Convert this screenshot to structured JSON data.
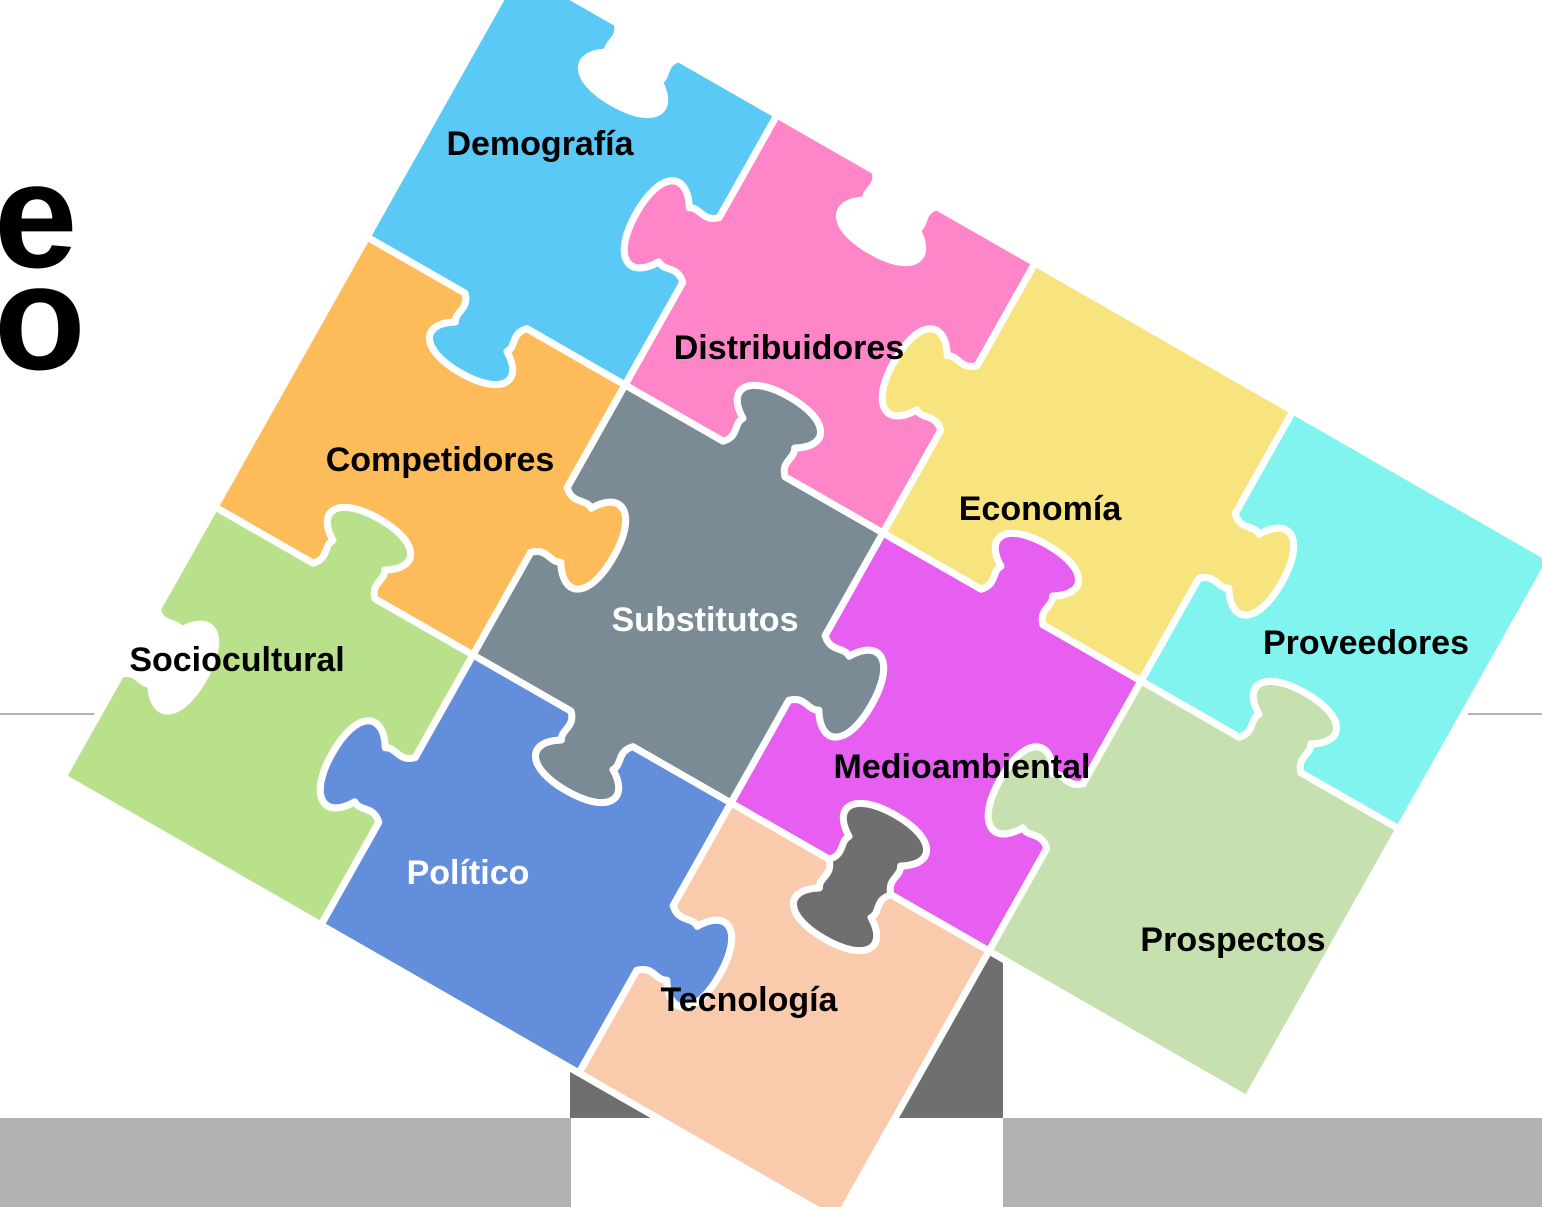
{
  "slide_text": {
    "line1": "e",
    "line2": "o"
  },
  "pieces": [
    {
      "id": "demografia",
      "label": "Demografía",
      "color": "#5bc9f5",
      "label_color": "#000000"
    },
    {
      "id": "competidores",
      "label": "Competidores",
      "color": "#fdbb5a",
      "label_color": "#000000"
    },
    {
      "id": "distribuidores",
      "label": "Distribuidores",
      "color": "#fd85c8",
      "label_color": "#000000"
    },
    {
      "id": "sociocultural",
      "label": "Sociocultural",
      "color": "#b9e18c",
      "label_color": "#000000"
    },
    {
      "id": "substitutos",
      "label": "Substitutos",
      "color": "#7a8b96",
      "label_color": "#ffffff"
    },
    {
      "id": "economia",
      "label": "Economía",
      "color": "#f7e47e",
      "label_color": "#000000"
    },
    {
      "id": "proveedores",
      "label": "Proveedores",
      "color": "#81f4ef",
      "label_color": "#000000"
    },
    {
      "id": "politico",
      "label": "Político",
      "color": "#628edc",
      "label_color": "#ffffff"
    },
    {
      "id": "medioambiental",
      "label": "Medioambiental",
      "color": "#e65ff0",
      "label_color": "#000000"
    },
    {
      "id": "tecnologia",
      "label": "Tecnología",
      "color": "#facaad",
      "label_color": "#000000"
    },
    {
      "id": "prospectos",
      "label": "Prospectos",
      "color": "#c7e0b0",
      "label_color": "#000000"
    }
  ]
}
